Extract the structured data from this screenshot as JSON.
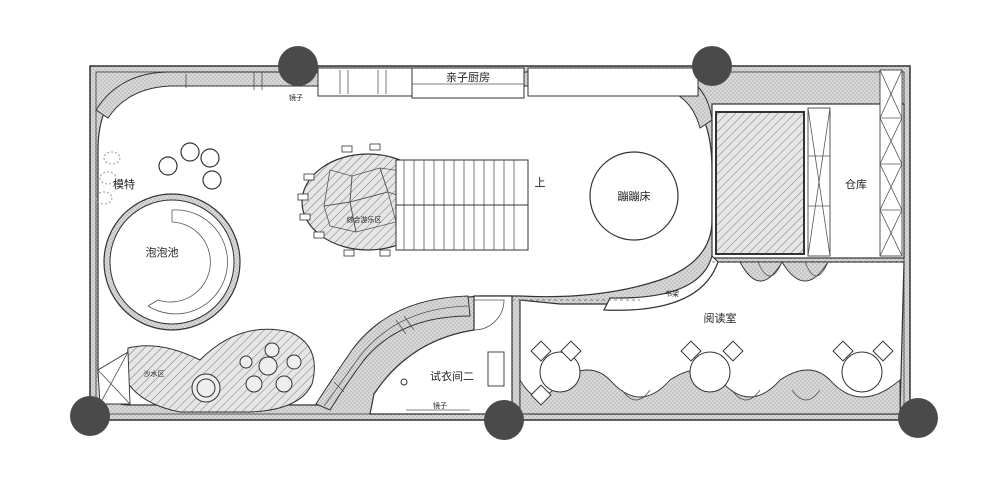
{
  "labels": {
    "kitchen": "亲子厨房",
    "mirror_top": "镜子",
    "model": "模特",
    "bubble_pool": "泡泡池",
    "integrated_zone": "综合游乐区",
    "stairs_up": "上",
    "trampoline": "蹦蹦床",
    "storage": "仓库",
    "bookshelf": "书架",
    "reading_room": "阅读室",
    "fitting_room_2": "试衣间二",
    "mirror_bottom": "镜子",
    "sand_area": "沙水区"
  },
  "colors": {
    "wall": "#333333",
    "hatch_fill": "#cfcfcf",
    "column": "#4a4a4a",
    "background": "#ffffff"
  }
}
